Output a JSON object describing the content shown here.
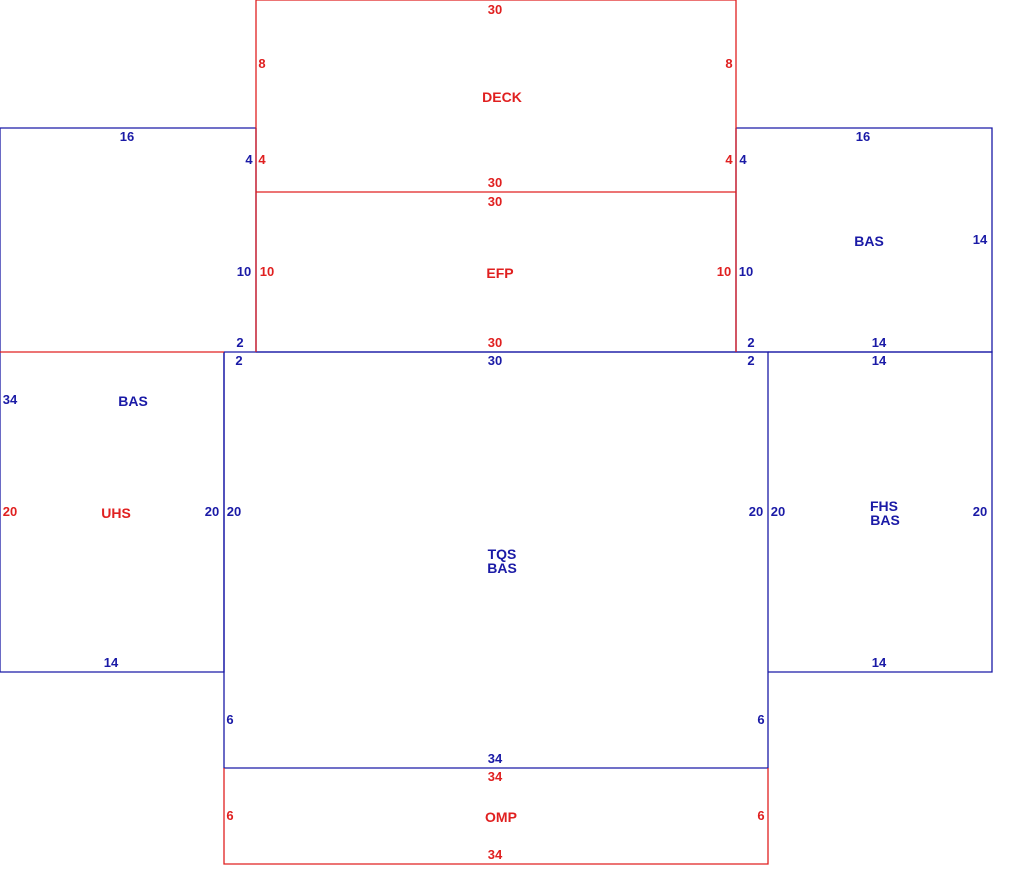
{
  "colors": {
    "bas": "#1a1aa6",
    "other": "#e02020"
  },
  "areas": {
    "deck": {
      "label": "DECK",
      "top": "30",
      "bottom": "30",
      "left": "8",
      "right": "8"
    },
    "efp": {
      "label": "EFP",
      "top": "30",
      "bottom": "30",
      "left": "10",
      "right": "10"
    },
    "left_upper": {
      "top": "16",
      "right_top": "4",
      "right_mid": "10",
      "right_bot": "2"
    },
    "right_bas": {
      "label": "BAS",
      "top": "16",
      "right": "14",
      "bottom": "14",
      "left_top": "4",
      "left_mid": "10",
      "left_bot": "2"
    },
    "left_bas": {
      "label_bas": "BAS",
      "label_uhs": "UHS",
      "left_bas": "34",
      "left_uhs": "20",
      "right": "20",
      "bottom": "14"
    },
    "center": {
      "label1": "TQS",
      "label2": "BAS",
      "top": "30",
      "left_top": "2",
      "right_top": "2",
      "left": "20",
      "right": "20",
      "left_low": "6",
      "right_low": "6",
      "bottom": "34"
    },
    "right_fhs": {
      "label1": "FHS",
      "label2": "BAS",
      "top": "14",
      "left": "20",
      "right": "20",
      "bottom": "14"
    },
    "omp": {
      "label": "OMP",
      "top": "34",
      "bottom": "34",
      "left": "6",
      "right": "6"
    }
  }
}
